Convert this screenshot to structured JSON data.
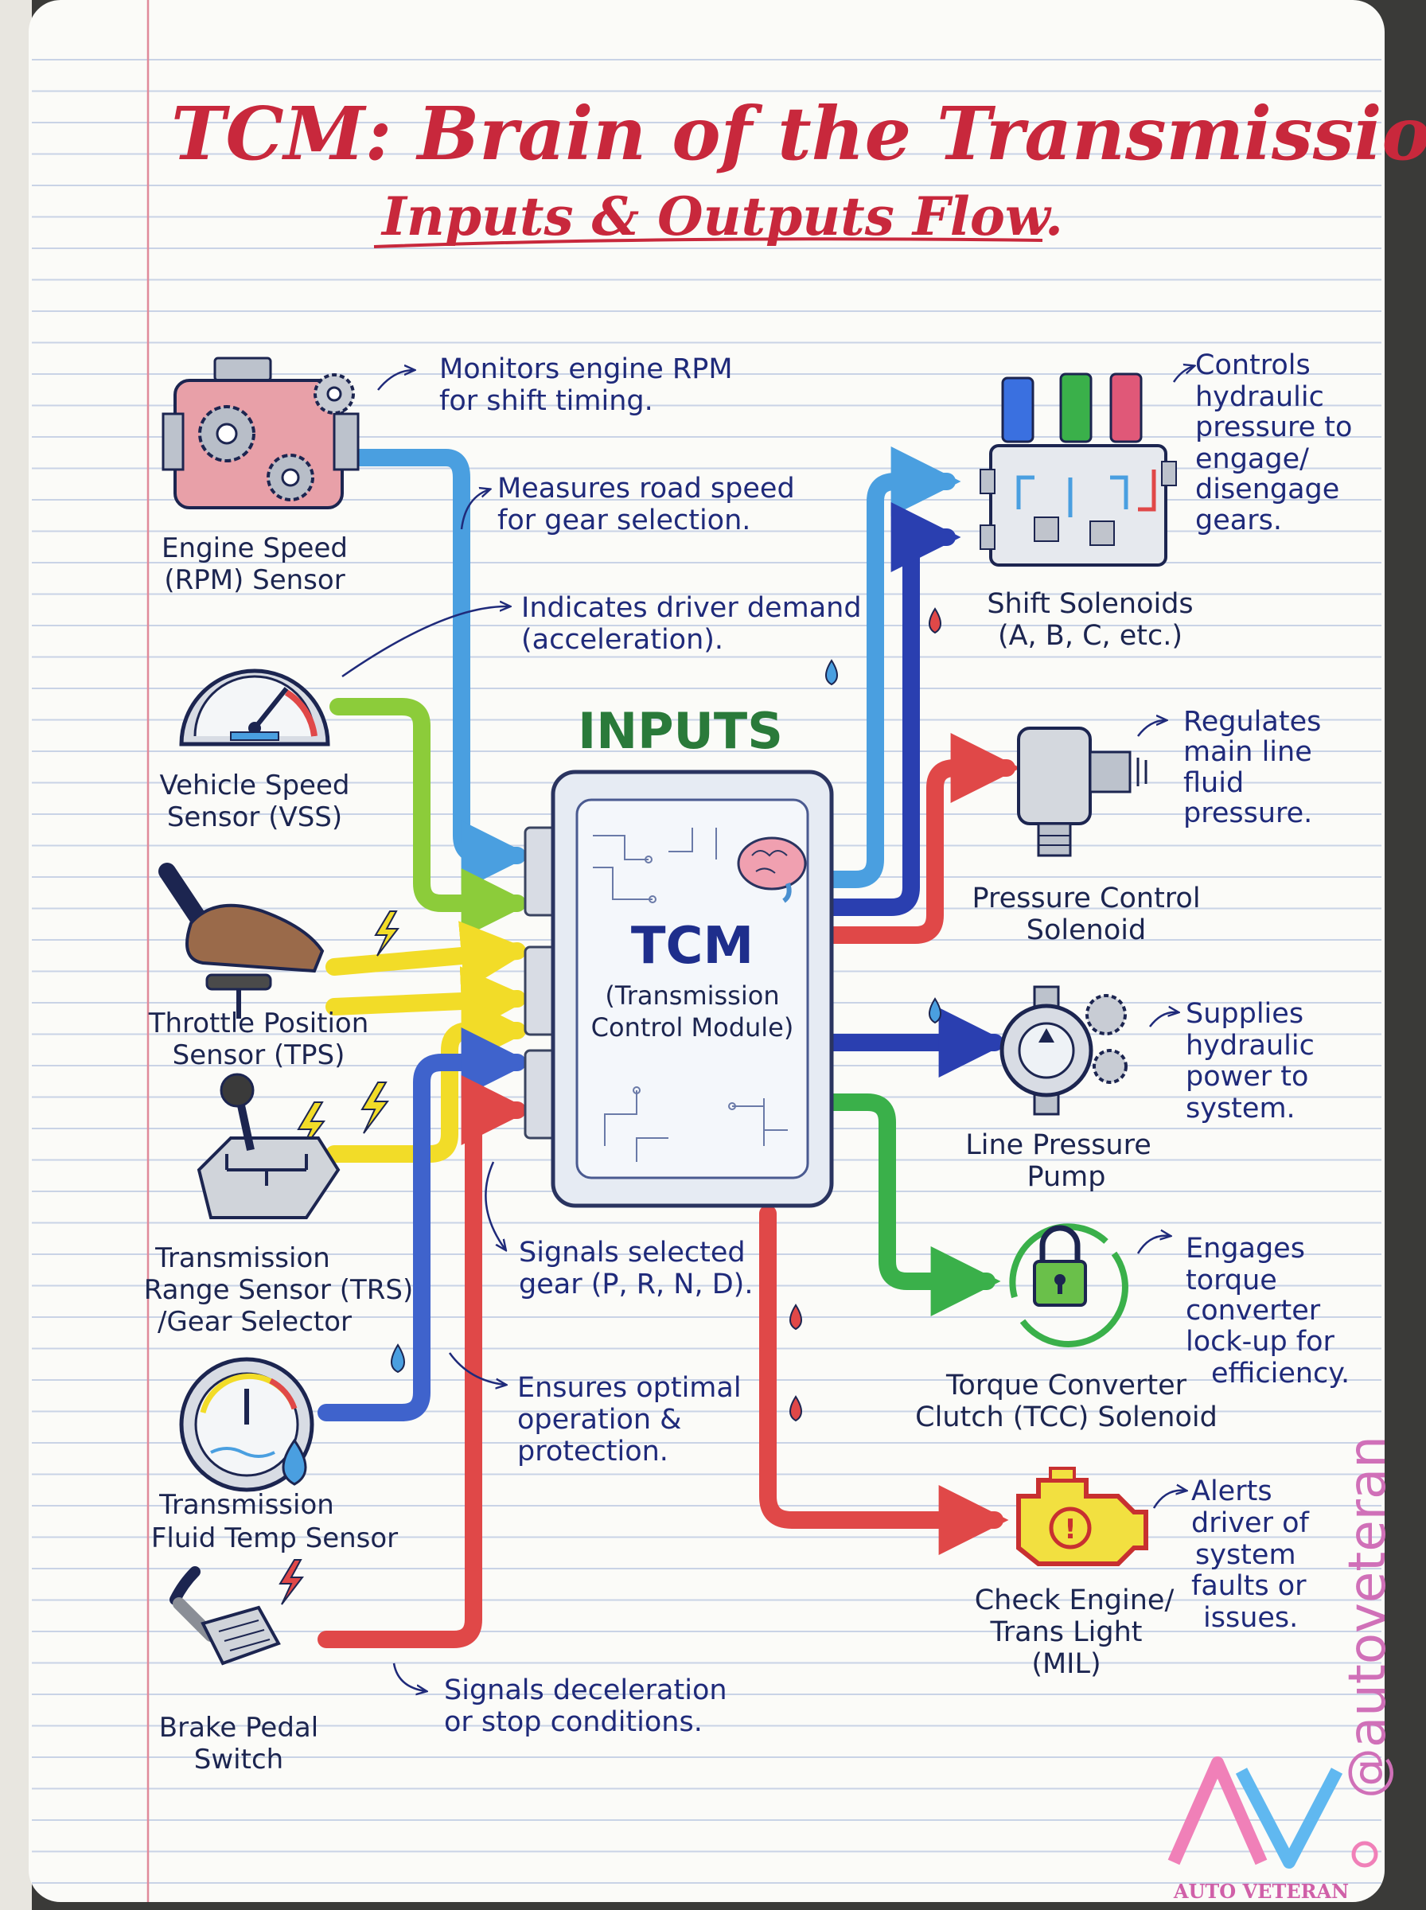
{
  "title": {
    "main": "TCM: Brain of the Transmission –",
    "sub": "Inputs & Outputs Flow."
  },
  "center": {
    "inputs_heading": "INPUTS",
    "name": "TCM",
    "full_line1": "(Transmission",
    "full_line2": "Control Module)"
  },
  "inputs": [
    {
      "label": [
        "Engine Speed",
        "(RPM) Sensor"
      ],
      "icon": "engine-icon",
      "arrow_color": "#4a9fe0"
    },
    {
      "label": [
        "Vehicle Speed",
        "Sensor (VSS)"
      ],
      "icon": "speedometer-icon",
      "arrow_color": "#8ccc3a"
    },
    {
      "label": [
        "Throttle Position",
        "Sensor (TPS)"
      ],
      "icon": "foot-pedal-icon",
      "arrow_color": "#f2dc28"
    },
    {
      "label": [
        "Transmission",
        "Range Sensor (TRS)",
        "/Gear Selector"
      ],
      "icon": "gear-shifter-icon",
      "arrow_color": "#f2dc28"
    },
    {
      "label": [
        "Transmission",
        "Fluid Temp Sensor"
      ],
      "icon": "fluid-temp-gauge-icon",
      "arrow_color": "#3f63cc"
    },
    {
      "label": [
        "Brake Pedal",
        "Switch"
      ],
      "icon": "brake-pedal-icon",
      "arrow_color": "#e04848"
    }
  ],
  "input_notes": [
    [
      "Monitors engine RPM",
      "for shift timing."
    ],
    [
      "Measures road speed",
      "for gear selection."
    ],
    [
      "Indicates driver demand",
      "(acceleration)."
    ],
    [
      "Signals selected",
      "gear (P, R, N, D)."
    ],
    [
      "Ensures optimal",
      "operation &",
      "protection."
    ],
    [
      "Signals deceleration",
      "or stop conditions."
    ]
  ],
  "outputs": [
    {
      "label": [
        "Shift Solenoids",
        "(A, B, C, etc.)"
      ],
      "icon": "shift-solenoids-icon",
      "note": [
        "Controls",
        "hydraulic",
        "pressure to",
        "engage/",
        "disengage",
        "gears."
      ]
    },
    {
      "label": [
        "Pressure Control",
        "Solenoid"
      ],
      "icon": "pressure-solenoid-icon",
      "note": [
        "Regulates",
        "main line",
        "fluid",
        "pressure."
      ]
    },
    {
      "label": [
        "Line Pressure",
        "Pump"
      ],
      "icon": "pump-icon",
      "note": [
        "Supplies",
        "hydraulic",
        "power to",
        "system."
      ]
    },
    {
      "label": [
        "Torque Converter",
        "Clutch (TCC) Solenoid"
      ],
      "icon": "lock-icon",
      "note": [
        "Engages",
        "torque",
        "converter",
        "lock-up for",
        "efficiency."
      ]
    },
    {
      "label": [
        "Check Engine/",
        "Trans Light",
        "(MIL)"
      ],
      "icon": "check-engine-icon",
      "note": [
        "Alerts",
        "driver of",
        "system",
        "faults or",
        "issues."
      ]
    }
  ],
  "watermark": {
    "handle": "@autoveteran",
    "logo_text": "AUTO VETERAN"
  },
  "colors": {
    "title_red": "#c8283c",
    "title_blue": "#1e2e8c",
    "inputs_green": "#2a7a3a",
    "arrow_blue": "#4a9fe0",
    "arrow_navy": "#2a3fb0",
    "arrow_red": "#e04848",
    "arrow_green": "#3ab04a",
    "arrow_yellow": "#f2dc28",
    "paper": "#fbfbf8",
    "rule_line": "#c9d3e6",
    "margin_line": "#e08a9a"
  }
}
